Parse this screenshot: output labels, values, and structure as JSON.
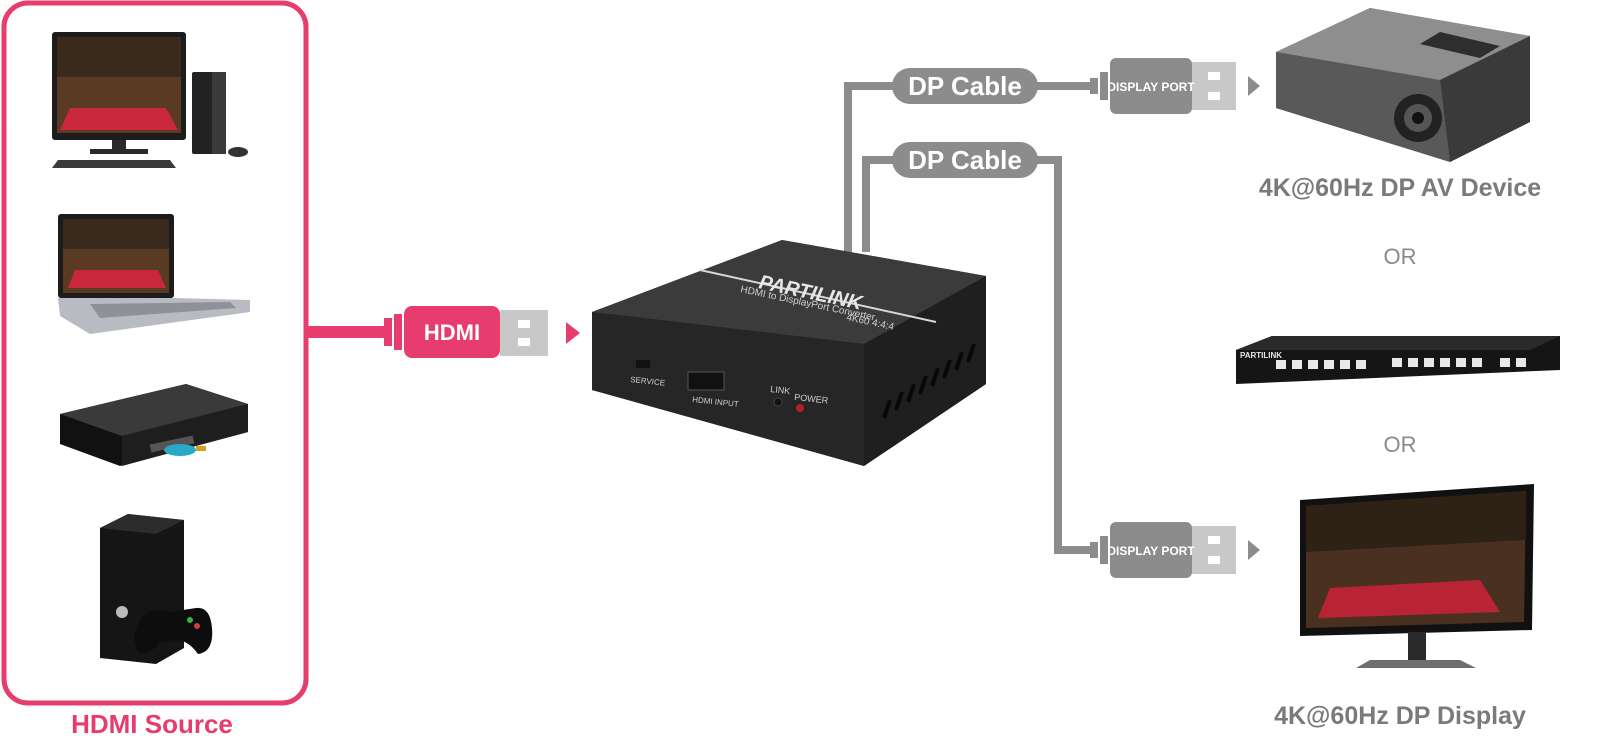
{
  "source": {
    "label": "HDMI Source",
    "devices": [
      "desktop-computer-icon",
      "laptop-icon",
      "dvd-player-icon",
      "game-console-icon"
    ]
  },
  "hdmi_plug_label": "HDMI",
  "converter": {
    "brand": "PARTILINK",
    "model_line1": "HDMI to DisplayPort Converter",
    "model_line2": "4K60 4:4:4",
    "port_service": "SERVICE",
    "port_hdmi_input": "HDMI INPUT",
    "led_link": "LINK",
    "led_power": "POWER"
  },
  "cables": [
    {
      "label": "DP Cable",
      "plug_label": "DISPLAY PORT"
    },
    {
      "label": "DP Cable",
      "plug_label": "DISPLAY PORT"
    }
  ],
  "outputs": {
    "av_device_label": "4K@60Hz DP AV Device",
    "or_1": "OR",
    "switcher_brand": "PARTILINK",
    "or_2": "OR",
    "display_label": "4K@60Hz DP Display"
  },
  "colors": {
    "accent_pink": "#e73c6e",
    "cable_gray": "#8c8c8c",
    "device_dark": "#2f2f2f"
  }
}
